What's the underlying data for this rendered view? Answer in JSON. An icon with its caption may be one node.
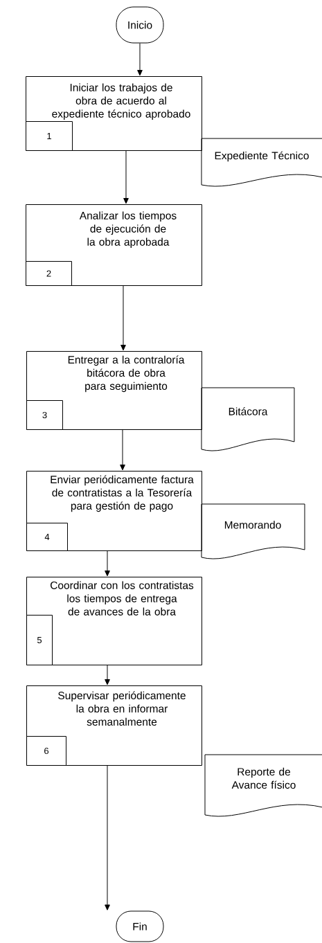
{
  "diagram": {
    "nodes": [
      {
        "text": [
          "Inicio"
        ]
      },
      {
        "text": [
          "Iniciar los trabajos de obra de acuerdo al expediente técnico aprobado"
        ]
      },
      {
        "text": [
          "1"
        ],
        "in": 1
      },
      {
        "text": [
          "Expediente Técnico"
        ]
      },
      {
        "text": [
          "Analizar los tiempos de ejecución de la obra aprobada"
        ]
      },
      {
        "text": [
          "2"
        ],
        "in": 4
      },
      {
        "text": [
          "Entregar a la contraloría bitácora de obra  para seguimiento"
        ]
      },
      {
        "text": [
          "3"
        ],
        "in": 6
      },
      {
        "text": [
          "Bitácora"
        ]
      },
      {
        "text": [
          "Enviar periódicamente factura de contratistas a la Tesorería para gestión de pago"
        ]
      },
      {
        "text": [
          "4"
        ],
        "in": 9
      },
      {
        "text": [
          "Memorando"
        ]
      },
      {
        "text": [
          "Coordinar con los contratistas los tiempos de entrega de avances de la obra"
        ]
      },
      {
        "text": [
          "5"
        ],
        "in": 12
      },
      {
        "text": [
          "Supervisar periódicamente la obra en informar semanalmente"
        ]
      },
      {
        "text": [
          "6"
        ],
        "in": 14
      },
      {
        "text": [
          "Reporte de Avance físico"
        ]
      },
      {
        "text": [
          "Fin"
        ]
      }
    ],
    "edges": [
      {
        "from": 0,
        "to": 1,
        "arrow": "to"
      },
      {
        "from": 1,
        "to": 4,
        "arrow": "to"
      },
      {
        "from": 4,
        "to": 6,
        "arrow": "to"
      },
      {
        "from": 6,
        "to": 9,
        "arrow": "to"
      },
      {
        "from": 9,
        "to": 12,
        "arrow": "to"
      },
      {
        "from": 12,
        "to": 14,
        "arrow": "to"
      },
      {
        "from": 14,
        "to": 17,
        "arrow": "to"
      }
    ]
  }
}
